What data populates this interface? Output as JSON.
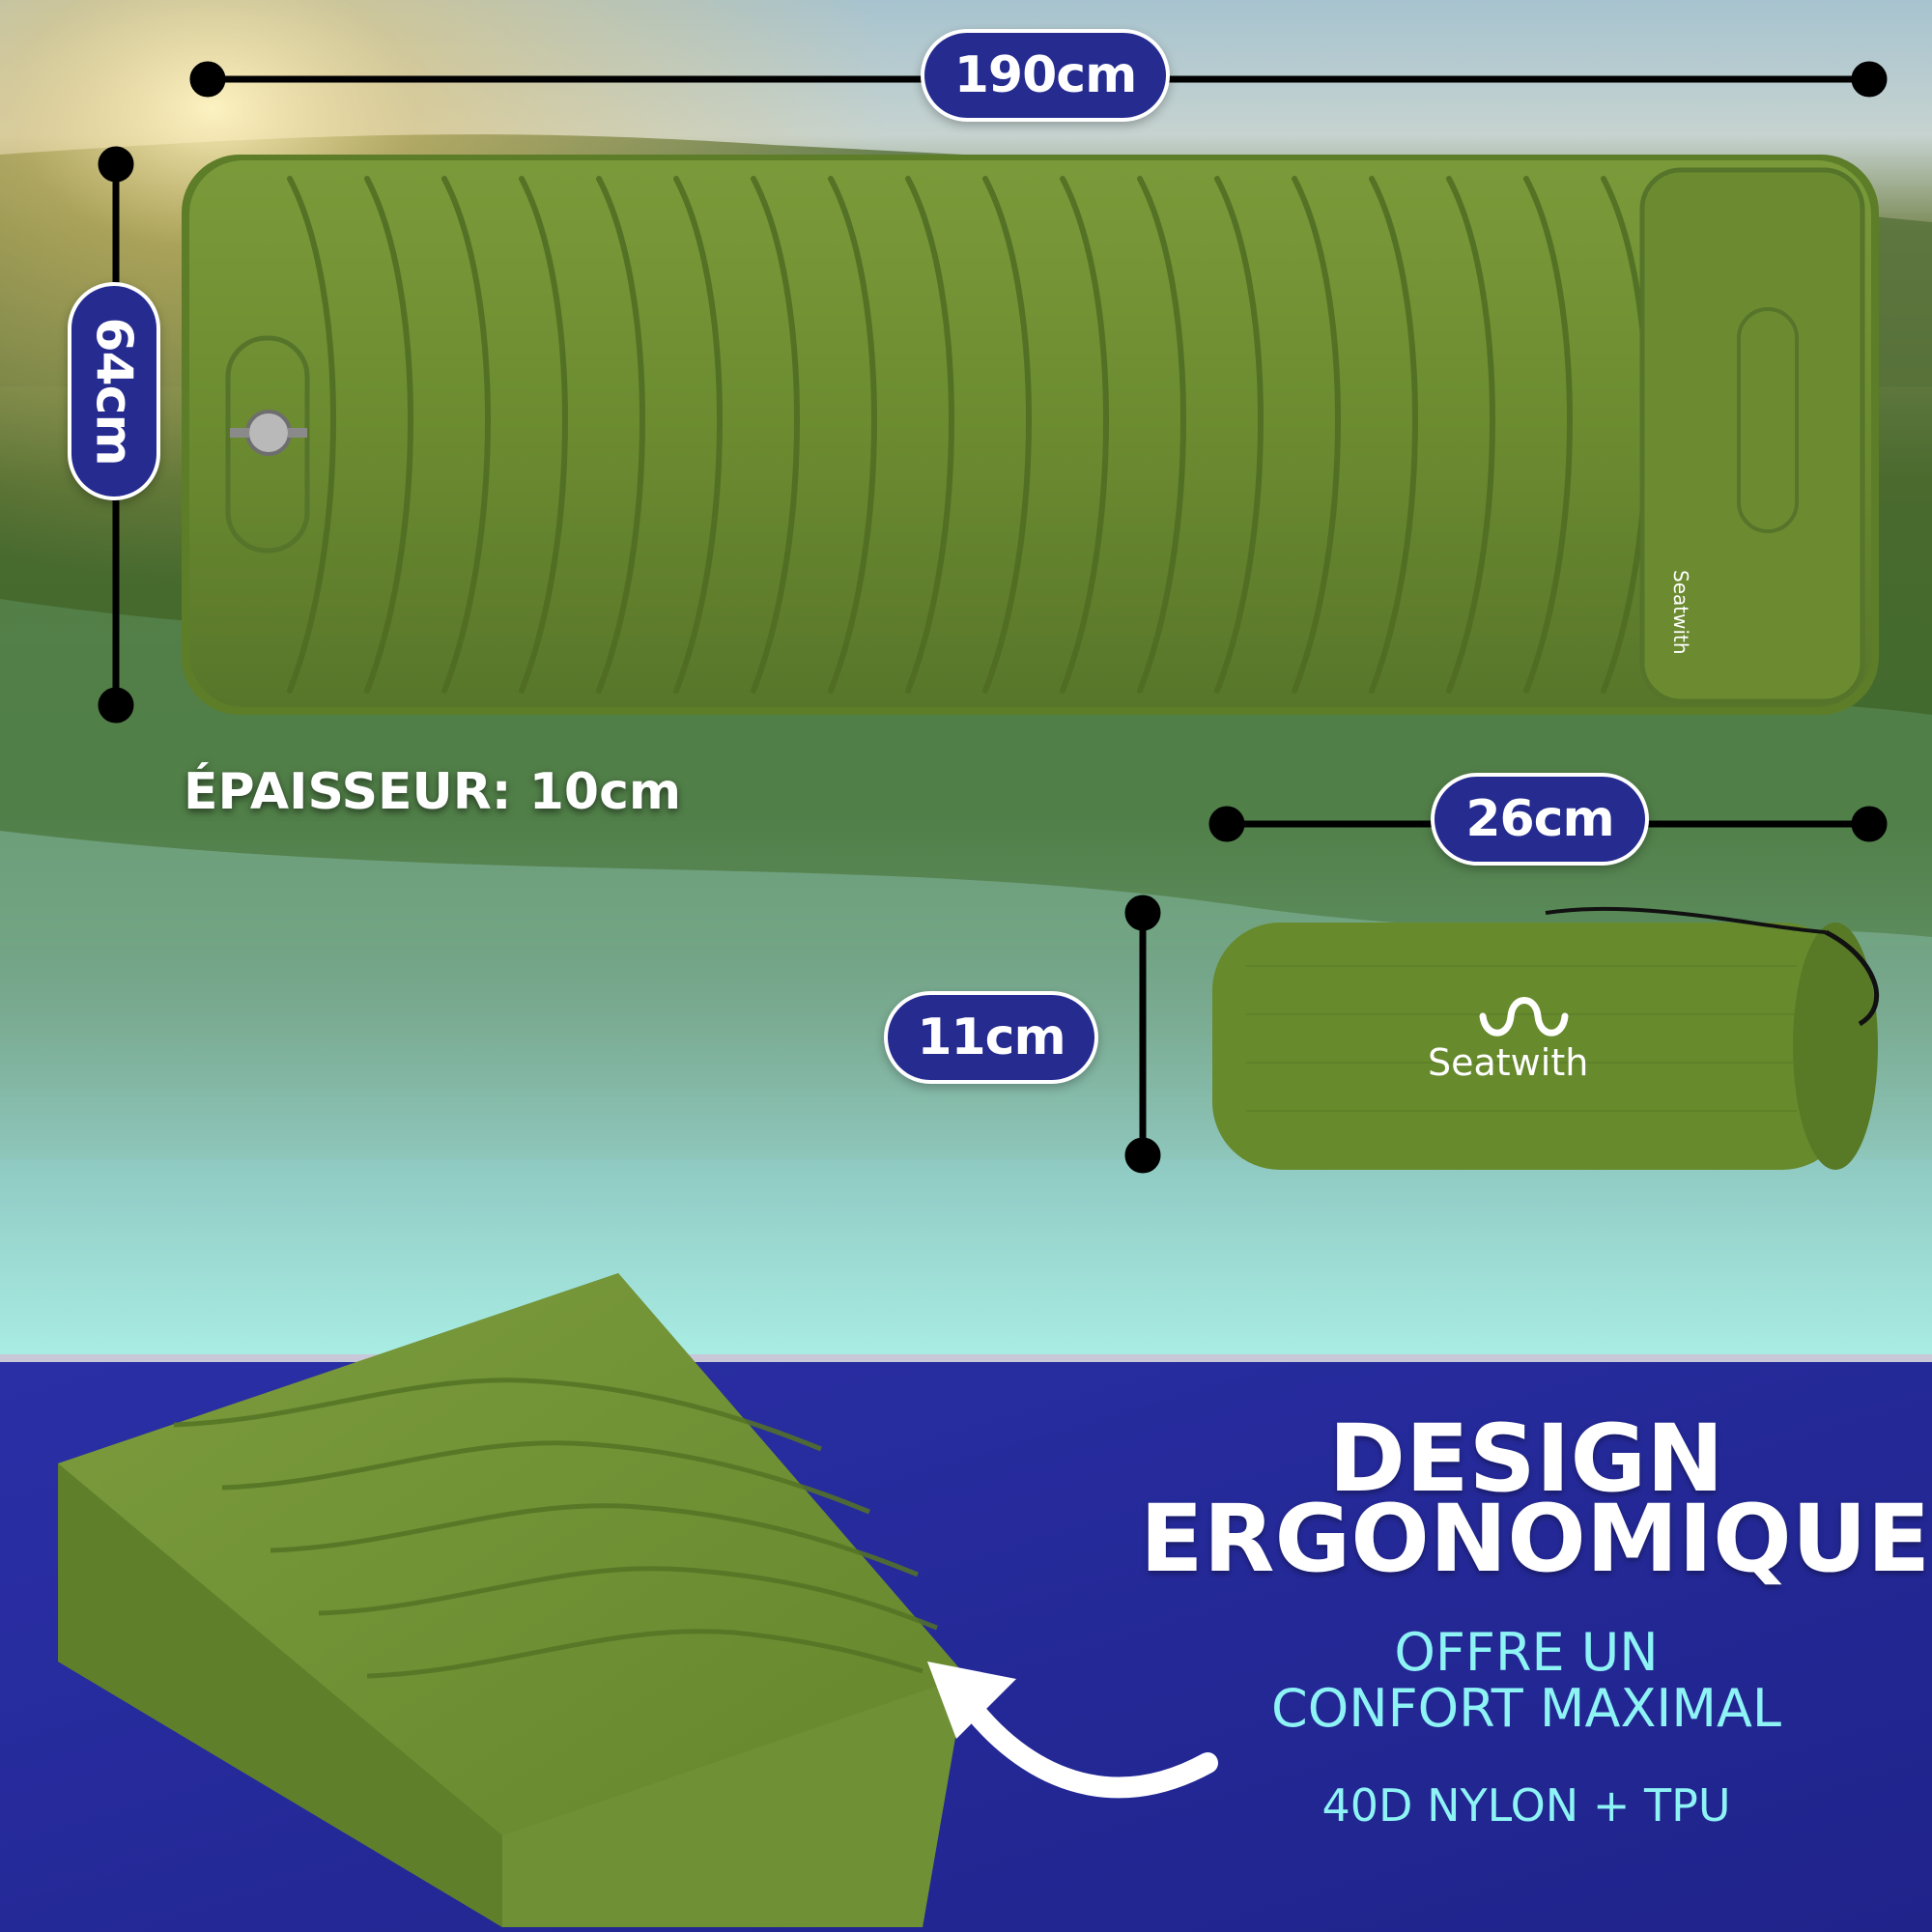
{
  "dimensions": {
    "length": "190cm",
    "width": "64cm",
    "thickness": "ÉPAISSEUR: 10cm",
    "pack_length": "26cm",
    "pack_diameter": "11cm"
  },
  "brand": {
    "name": "Seatwith",
    "logo_icon": "wave-logo-icon"
  },
  "feature": {
    "title_line1": "DESIGN",
    "title_line2": "ERGONOMIQUE",
    "subtitle_line1": "OFFRE UN",
    "subtitle_line2": "CONFORT MAXIMAL",
    "material": "40D NYLON + TPU"
  },
  "colors": {
    "pill_bg": "#252b8f",
    "pill_border": "#ffffff",
    "mat_green": "#6a8a2e",
    "panel_blue": "#25299a",
    "subtitle_cyan": "#8ef3f5",
    "text_white": "#ffffff"
  }
}
